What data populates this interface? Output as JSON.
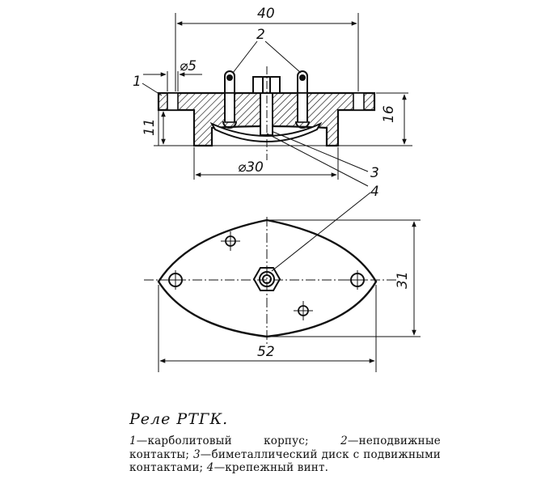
{
  "dimensions": {
    "width_40": "40",
    "diameter_5": "⌀5",
    "height_16": "16",
    "height_11": "11",
    "diameter_30": "⌀30",
    "length_52": "52",
    "height_31": "31"
  },
  "callouts": {
    "n1": "1",
    "n2": "2",
    "n3": "3",
    "n4": "4"
  },
  "caption": {
    "title": "Реле РТГК.",
    "legend": [
      {
        "num": "1",
        "text": "—карболитовый корпус; "
      },
      {
        "num": "2",
        "text": "—неподвижные контакты; "
      },
      {
        "num": "3",
        "text": "—биметаллический диск с подвижными контактами; "
      },
      {
        "num": "4",
        "text": "—крепежный винт."
      }
    ]
  }
}
